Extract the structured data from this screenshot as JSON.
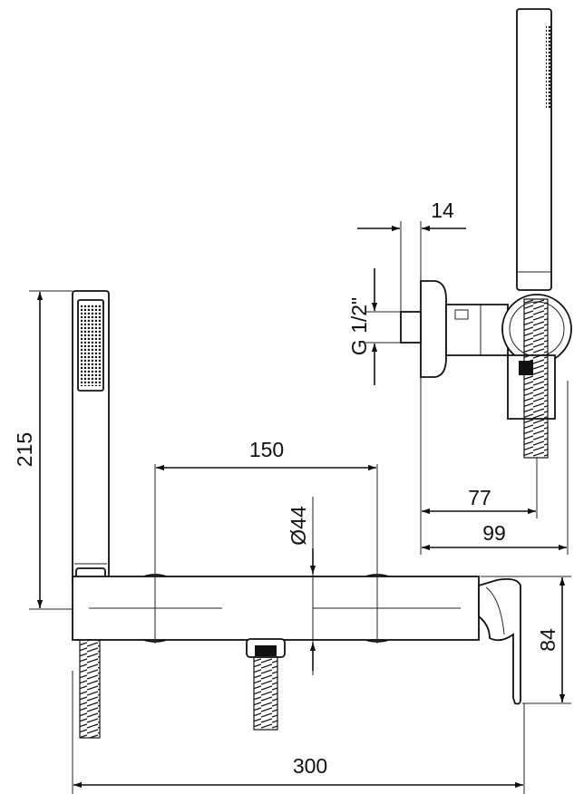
{
  "dimensions": {
    "handshower_length": "215",
    "inlet_centers": "150",
    "escutcheon_diameter": "Ø44",
    "total_width": "300",
    "body_height": "84",
    "thread": "G 1/2\"",
    "thread_depth": "14",
    "projection_holder": "77",
    "projection_total": "99"
  }
}
